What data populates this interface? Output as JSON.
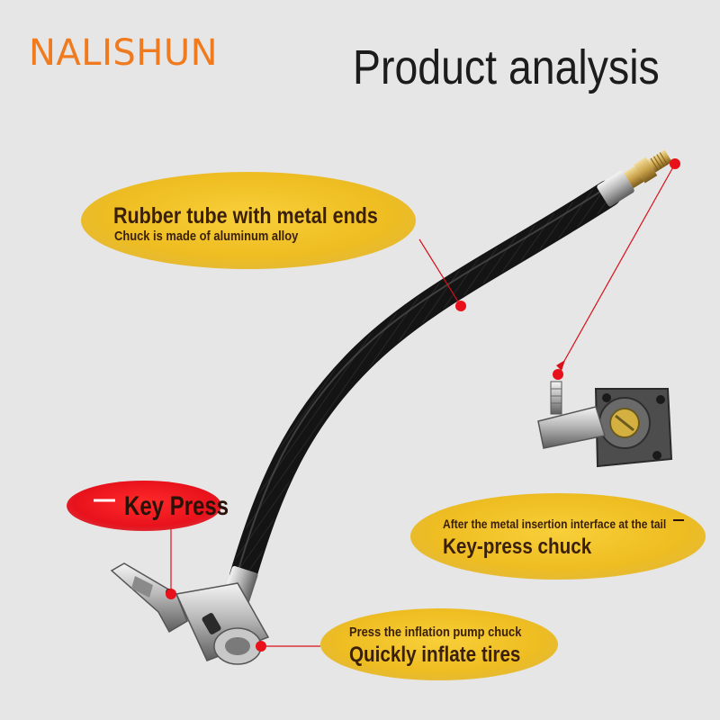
{
  "brand": "NALISHUN",
  "title": "Product analysis",
  "callouts": {
    "rubber_tube": {
      "title": "Rubber tube with metal ends",
      "subtitle": "Chuck is made of aluminum alloy"
    },
    "key_press": {
      "label": "Key Press"
    },
    "tail_interface": {
      "subtitle": "After the metal insertion interface at the tail",
      "title": "Key-press chuck"
    },
    "inflate": {
      "subtitle": "Press the inflation pump chuck",
      "title": "Quickly inflate tires"
    }
  },
  "colors": {
    "background": "#e6e6e6",
    "brand": "#f07a1e",
    "callout_yellow": "#eebd21",
    "callout_red": "#e8121c",
    "marker_red": "#e8101a",
    "hose": "#141414"
  }
}
